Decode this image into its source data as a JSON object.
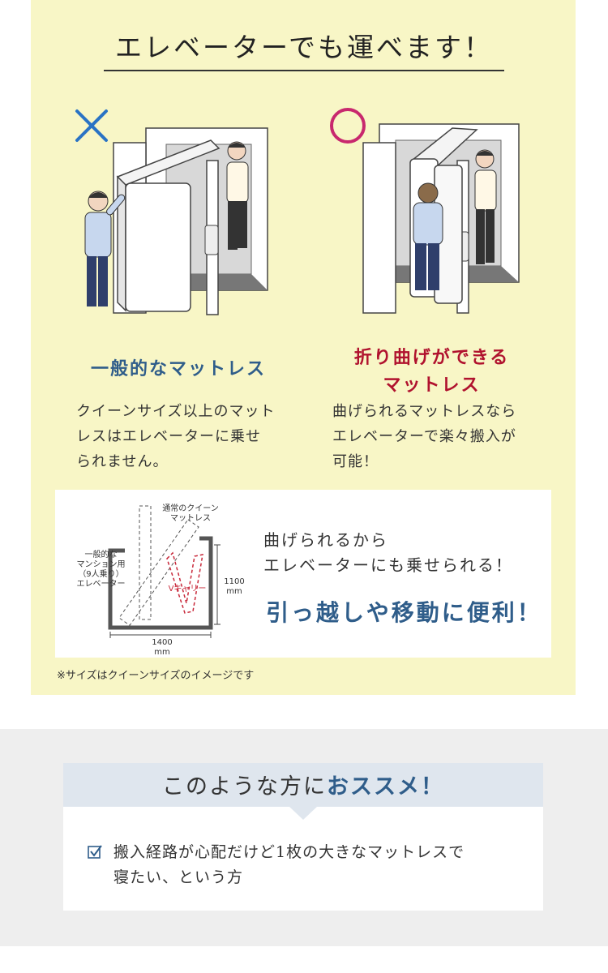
{
  "heading": "エレベーターでも運べます！",
  "left": {
    "mark": "cross-mark",
    "title": "一般的なマットレス",
    "text_lines": [
      "クイーンサイズ以上のマット",
      "レスはエレベーターに乗せ",
      "られません。"
    ]
  },
  "right": {
    "mark": "circle-mark",
    "title_lines": [
      "折り曲げができる",
      "マットレス"
    ],
    "text_lines": [
      "曲げられるマットレスなら",
      "エレベーターで楽々搬入が",
      "可能！"
    ]
  },
  "diagram": {
    "normal_label_lines": [
      "通常のクイーン",
      "マットレス"
    ],
    "elevator_label_lines": [
      "一般的な",
      "マンション用",
      "（9人乗り）",
      "エレベーター"
    ],
    "v_label": "Vキャリー",
    "height_value": "1100",
    "width_value": "1400",
    "unit": "mm"
  },
  "promo": {
    "line1": "曲げられるから",
    "line2": "エレベーターにも乗せられる！",
    "big": "引っ越しや移動に便利！"
  },
  "note": "※サイズはクイーンサイズのイメージです",
  "recommend": {
    "title_plain": "このような方に",
    "title_accent": "おススメ！",
    "item_lines": [
      "搬入経路が心配だけど1枚の大きなマットレスで",
      "寝たい、という方"
    ],
    "check_icon": "checkbox-icon"
  },
  "colors": {
    "panel": "#f8f6c6",
    "blue": "#2f5d8a",
    "red": "#b0122e",
    "mark_blue": "#2a73c4",
    "mark_pink": "#c8286e"
  }
}
